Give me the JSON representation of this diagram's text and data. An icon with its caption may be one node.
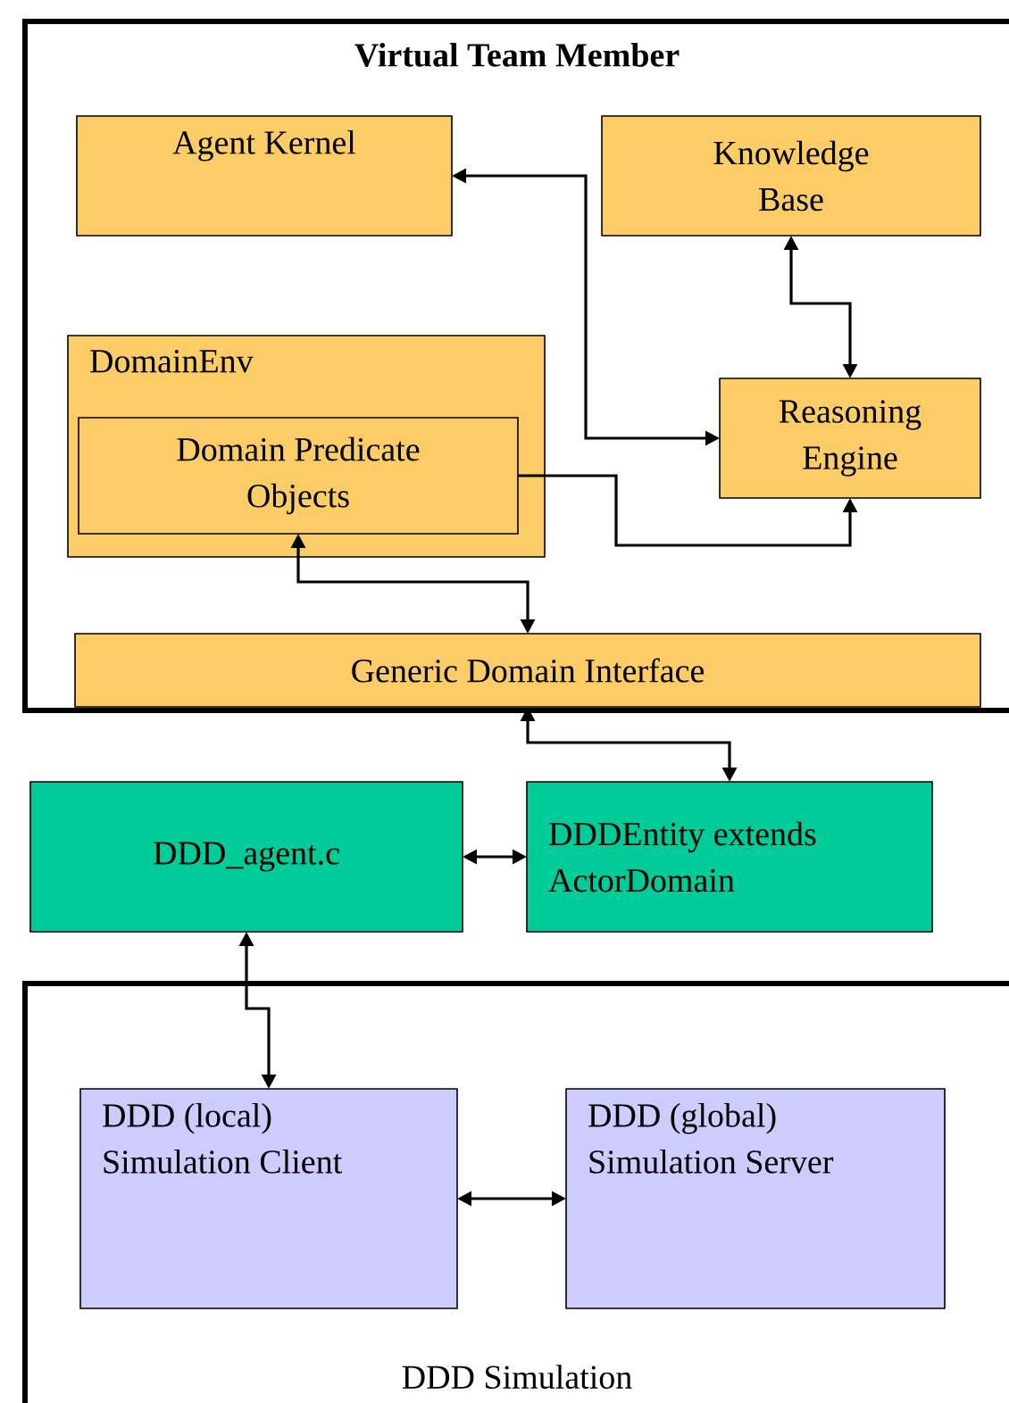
{
  "diagram": {
    "nodes": [
      {
        "text": [
          "Virtual Team Member"
        ]
      },
      {
        "text": [
          "Agent Kernel"
        ],
        "in": 0
      },
      {
        "text": [
          "Knowledge Base"
        ],
        "in": 0
      },
      {
        "text": [
          "DomainEnv"
        ],
        "in": 0
      },
      {
        "text": [
          "Domain Predicate Objects"
        ],
        "in": 3
      },
      {
        "text": [
          "Reasoning Engine"
        ],
        "in": 0
      },
      {
        "text": [
          "Generic Domain Interface"
        ],
        "in": 0
      },
      {
        "text": [
          "DDD_agent.c"
        ]
      },
      {
        "text": [
          "DDDEntity extends ActorDomain"
        ]
      },
      {
        "text": [
          "DDD Simulation"
        ]
      },
      {
        "text": [
          "DDD (local) Simulation Client"
        ],
        "in": 9
      },
      {
        "text": [
          "DDD (global) Simulation Server"
        ],
        "in": 9
      }
    ],
    "edges": [
      {
        "from": 1,
        "to": 5,
        "arrow": "both"
      },
      {
        "from": 2,
        "to": 5,
        "arrow": "both"
      },
      {
        "from": 4,
        "to": 5,
        "arrow": "to"
      },
      {
        "from": 4,
        "to": 6,
        "arrow": "both"
      },
      {
        "from": 6,
        "to": 8,
        "arrow": "both"
      },
      {
        "from": 7,
        "to": 8,
        "arrow": "both"
      },
      {
        "from": 7,
        "to": 10,
        "arrow": "both"
      },
      {
        "from": 10,
        "to": 11,
        "arrow": "both"
      }
    ]
  }
}
